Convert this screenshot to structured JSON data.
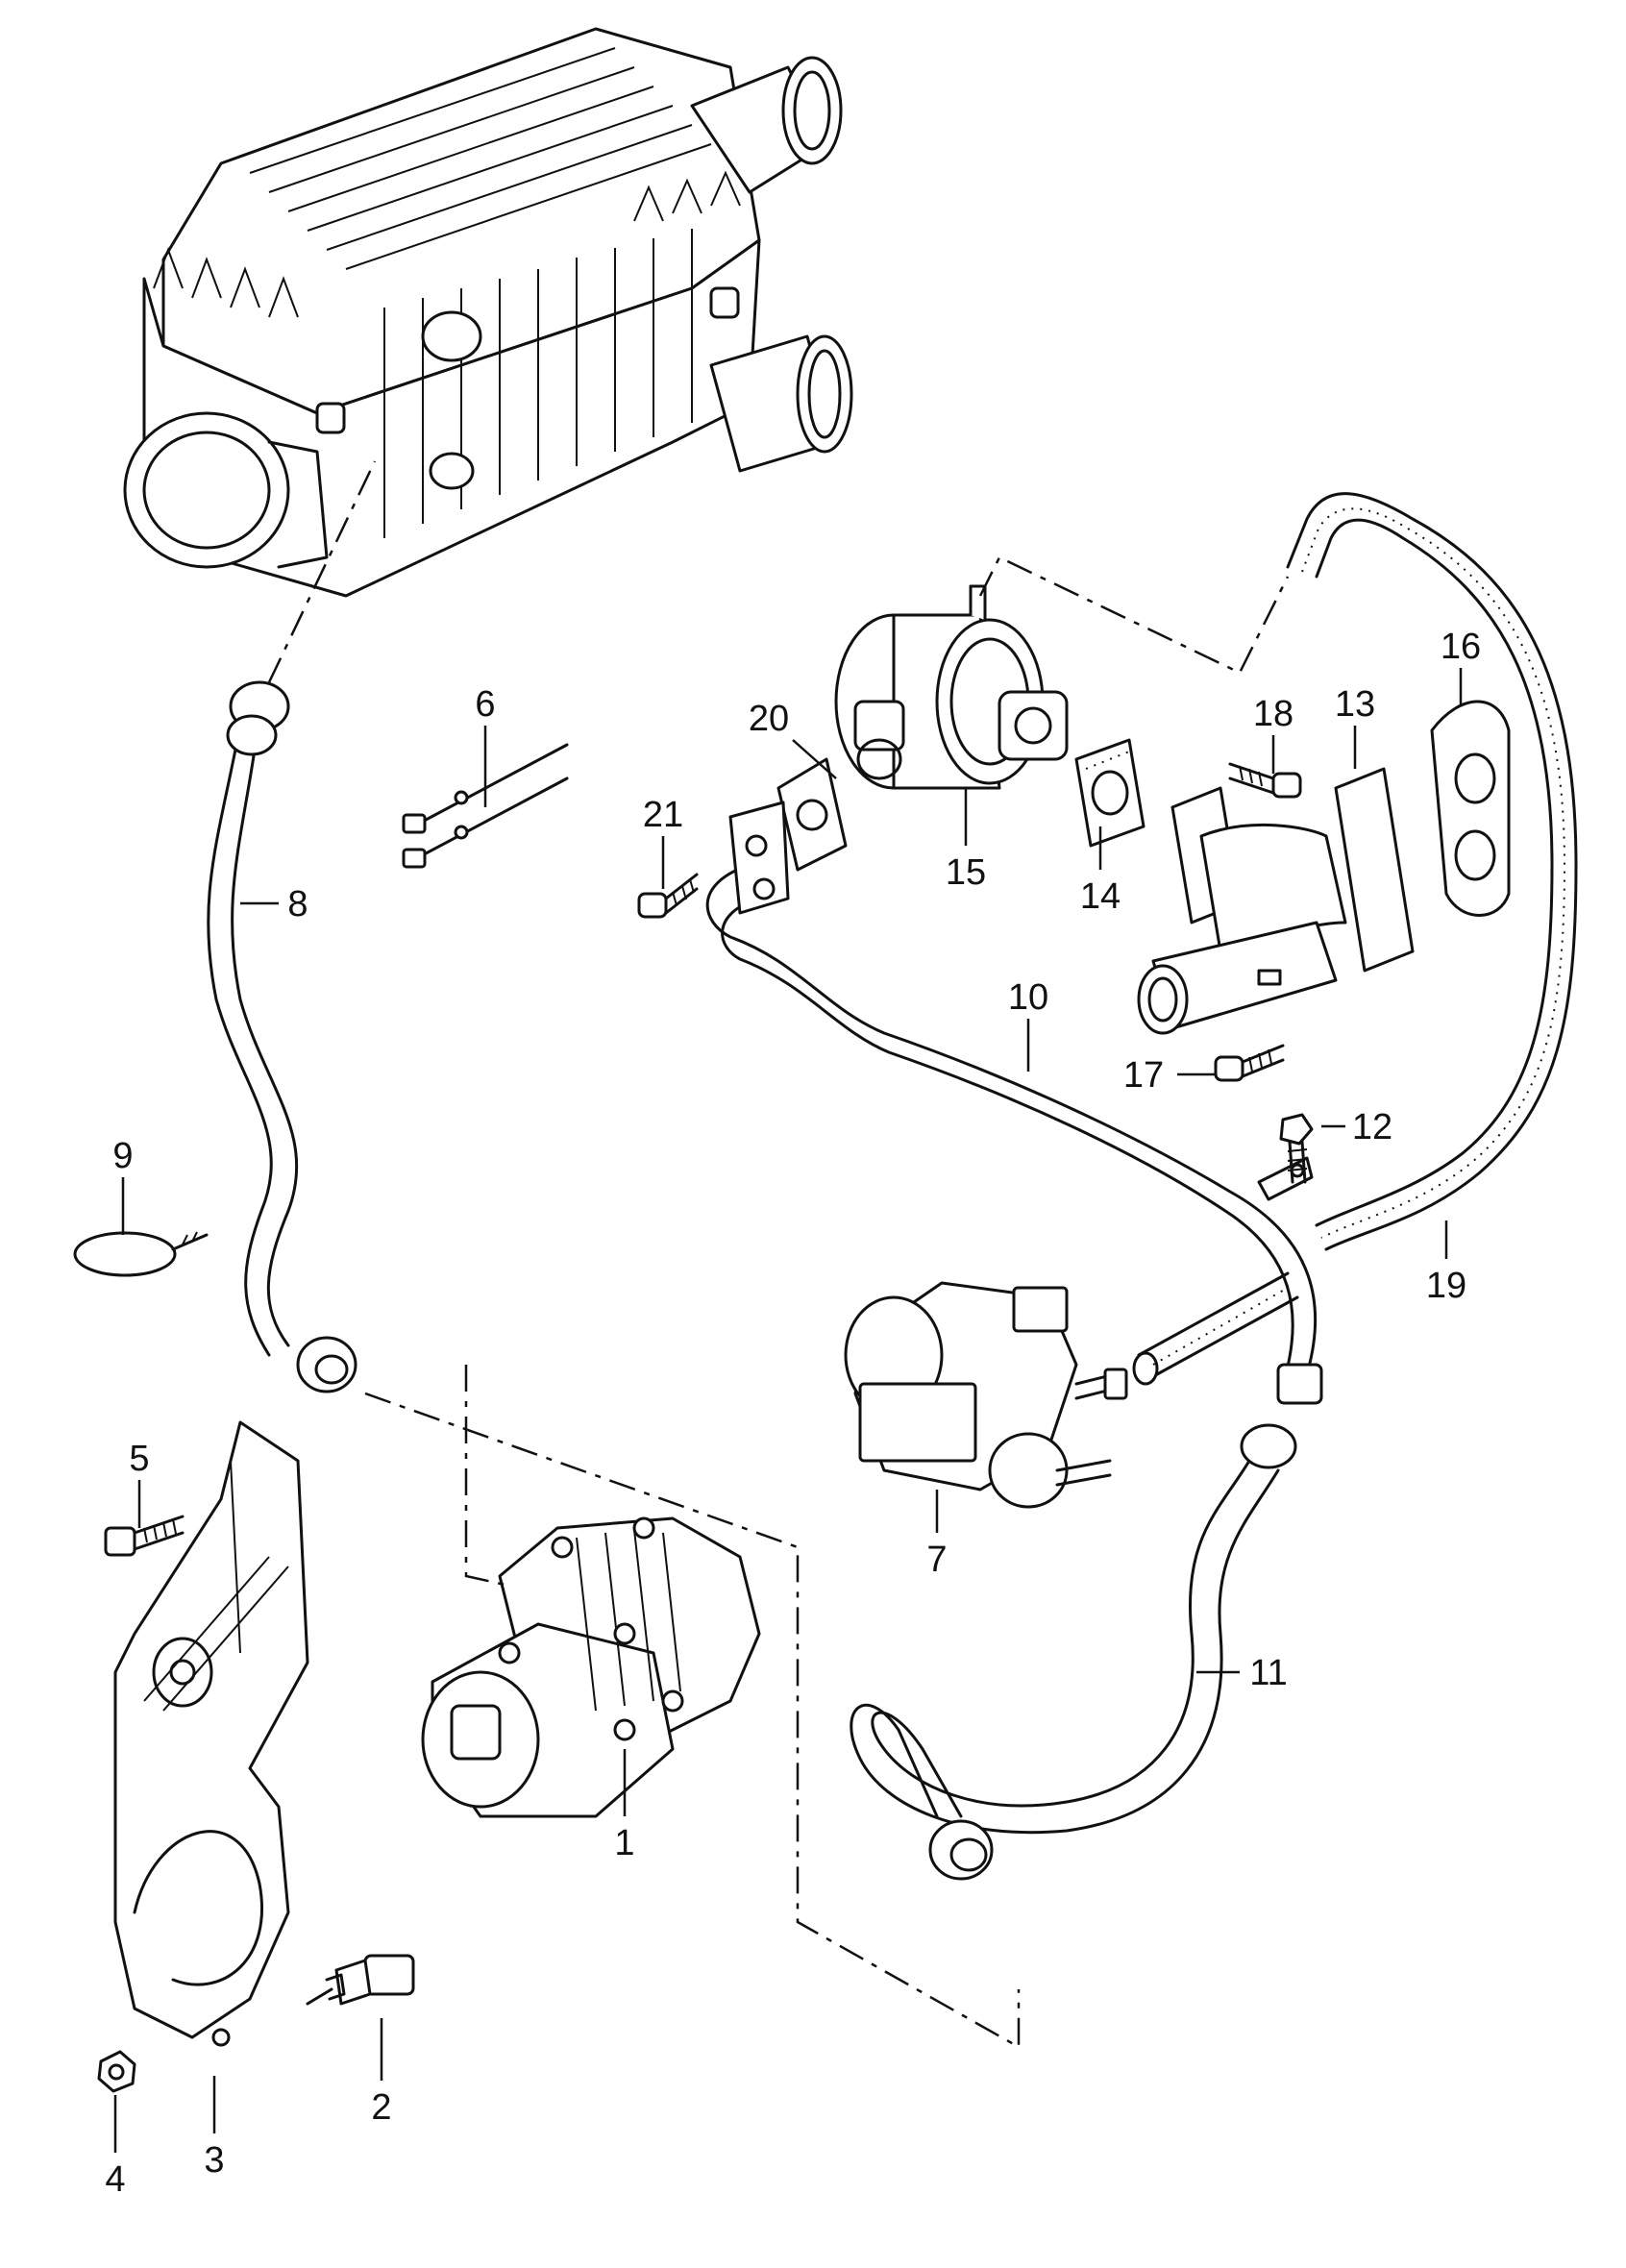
{
  "callouts": [
    {
      "id": "c1",
      "text": "1"
    },
    {
      "id": "c2",
      "text": "2"
    },
    {
      "id": "c3",
      "text": "3"
    },
    {
      "id": "c4",
      "text": "4"
    },
    {
      "id": "c5",
      "text": "5"
    },
    {
      "id": "c6",
      "text": "6"
    },
    {
      "id": "c7",
      "text": "7"
    },
    {
      "id": "c8",
      "text": "8"
    },
    {
      "id": "c9",
      "text": "9"
    },
    {
      "id": "c10",
      "text": "10"
    },
    {
      "id": "c11",
      "text": "11"
    },
    {
      "id": "c12",
      "text": "12"
    },
    {
      "id": "c13",
      "text": "13"
    },
    {
      "id": "c14",
      "text": "14"
    },
    {
      "id": "c15",
      "text": "15"
    },
    {
      "id": "c16",
      "text": "16"
    },
    {
      "id": "c17",
      "text": "17"
    },
    {
      "id": "c18",
      "text": "18"
    },
    {
      "id": "c19",
      "text": "19"
    },
    {
      "id": "c20",
      "text": "20"
    },
    {
      "id": "c21",
      "text": "21"
    }
  ]
}
